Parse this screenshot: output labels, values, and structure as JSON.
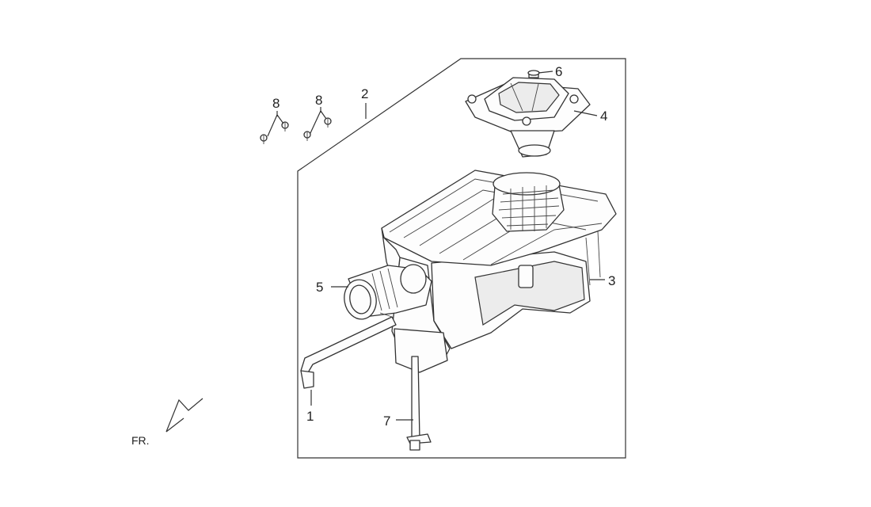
{
  "callouts": {
    "c1": "1",
    "c2": "2",
    "c3": "3",
    "c4": "4",
    "c5": "5",
    "c6": "6",
    "c7": "7",
    "c8a": "8",
    "c8b": "8"
  },
  "direction_label": "FR.",
  "colors": {
    "line": "#333333",
    "background": "#ffffff"
  }
}
